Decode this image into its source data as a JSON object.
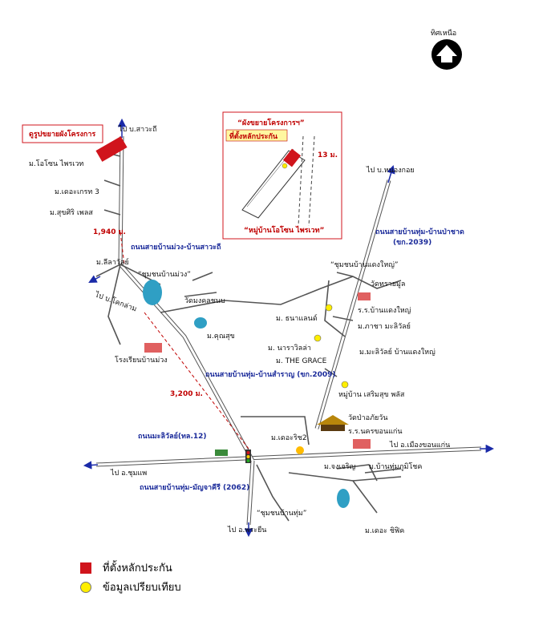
{
  "north_label": "ทิศเหนือ",
  "callout_label": "ดูรูปขยายผังโครงการ",
  "inset": {
    "title": "“ผังขยายโครงการฯ”",
    "site_label": "ที่ตั้งหลักประกัน",
    "distance": "13 ม.",
    "caption": "“หมู่บ้านโอโซน  ไพรเวท”"
  },
  "places": {
    "to_ban_sawathi": "ไป บ.สาวะถี",
    "ozone_private": "ม.โอโซน ไพรเวท",
    "the_great_3": "ม.เดอะเกรท 3",
    "sukhsiri": "ม.สุขศิริ เพลส",
    "dist_1940": "1,940 ม.",
    "rd_ban_muang_sawathi": "ถนนสายบ้านม่วง-บ้านสาวะถี",
    "lilawan": "ม.ลีลาวัลย์",
    "community_ban_muang": "“ชุมชนบ้านม่วง”",
    "to_ban_kok_lam": "ไป บ.โคกล่าม",
    "wat_mongkhon": "วัดมงคลชนบ",
    "m_khun_suk": "ม.คุณสุข",
    "school_ban_muang": "โรงเรียนบ้านม่วง",
    "rd_ban_hum_samran": "ถนนสายบ้านทุ่ม-บ้านสำราญ (ขก.2009)",
    "dist_3200": "3,200 ม.",
    "to_ban_nong_koi": "ไป บ.หนองกอย",
    "rd_ban_hum_ban_pha_chat": "ถนนสายบ้านทุ่ม-บ้านป่าชาด",
    "code_2039": "(ขก.2039)",
    "community_ban_daeng_yai": "“ชุมชนบ้านแดงใหญ่”",
    "wat_sai_mun": "วัดทรายมูล",
    "school_ban_daeng_yai": "ร.ร.บ้านแดงใหญ่",
    "kha_mahawi": "ม.ภาชา มะลิวัลย์",
    "thanaland": "ม. ธนาแลนด์",
    "narawilla": "ม. นาราวิลล่า",
    "the_grace": "ม. THE GRACE",
    "malivan_daeng_yai": "ม.มะลิวัลย์ บ้านแดงใหญ่",
    "baan_soemsuk": "หมู่บ้าน เสริมสุข พลัส",
    "wat_pa_chai_wan": "วัดป่าอภัยวัน",
    "school_nakhon_khon_kaen": "ร.ร.นครขอนแก่น",
    "to_mueang_khon_kaen": "ไป อ.เมืองขอนแก่น",
    "the_rich_2": "ม.เดอะริช2",
    "rd_mali_wan": "ถนนมะลิวัลย์(ทล.12)",
    "to_chum_phae": "ไป อ.ชุมแพ",
    "m_chongcharoen": "ม.จงเจริญ",
    "m_ban_hum_phumi_chok": "ม.บ้านทุ่มภูมิโชค",
    "rd_ban_hum_manchakiri": "ถนนสายบ้านทุ่ม-มัญจาคีรี (2062)",
    "community_ban_hum": "“ชุมชนบ้านทุ่ม”",
    "to_phra_yuen": "ไป อ.พระยืน",
    "m_the_chic": "ม.เดอะ ชิฟิค"
  },
  "legend": [
    {
      "label": "ที่ตั้งหลักประกัน",
      "color": "#d0141c",
      "shape": "square"
    },
    {
      "label": "ข้อมูลเปรียบเทียบ",
      "color": "#ffee00",
      "shape": "circle"
    }
  ]
}
